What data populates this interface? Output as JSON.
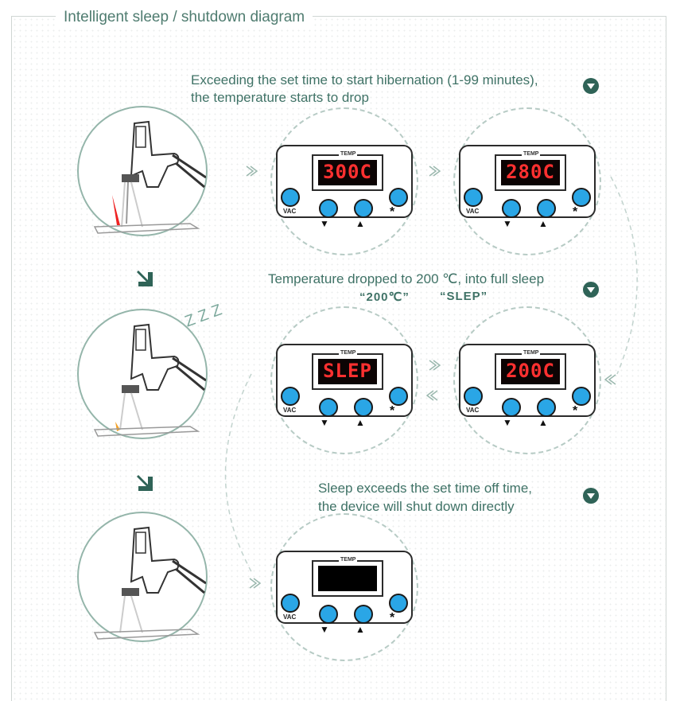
{
  "title": "Intelligent sleep / shutdown diagram",
  "notes": {
    "hibernation_line1": "Exceeding the set time to start hibernation (1-99 minutes),",
    "hibernation_line2": "the temperature starts to drop",
    "sleep_line": "Temperature dropped to 200 ℃, into full sleep",
    "sleep_quote_temp": "“200℃”",
    "sleep_quote_slep": "“SLEP”",
    "shutdown_line1": "Sleep exceeds the set time off time,",
    "shutdown_line2": "the device will shut down directly"
  },
  "panel": {
    "temp_label": "TEMP",
    "vac_label": "VAC",
    "down_label": "▼",
    "up_label": "▲",
    "star_label": "*"
  },
  "displays": {
    "p1": "300C",
    "p2": "280C",
    "p3": "SLEP",
    "p4": "200C",
    "p5": ""
  },
  "sleep_marker": "Z Z Z",
  "colors": {
    "accent": "#3f7266",
    "button": "#2aa6e6",
    "display_text": "#ff3030"
  }
}
